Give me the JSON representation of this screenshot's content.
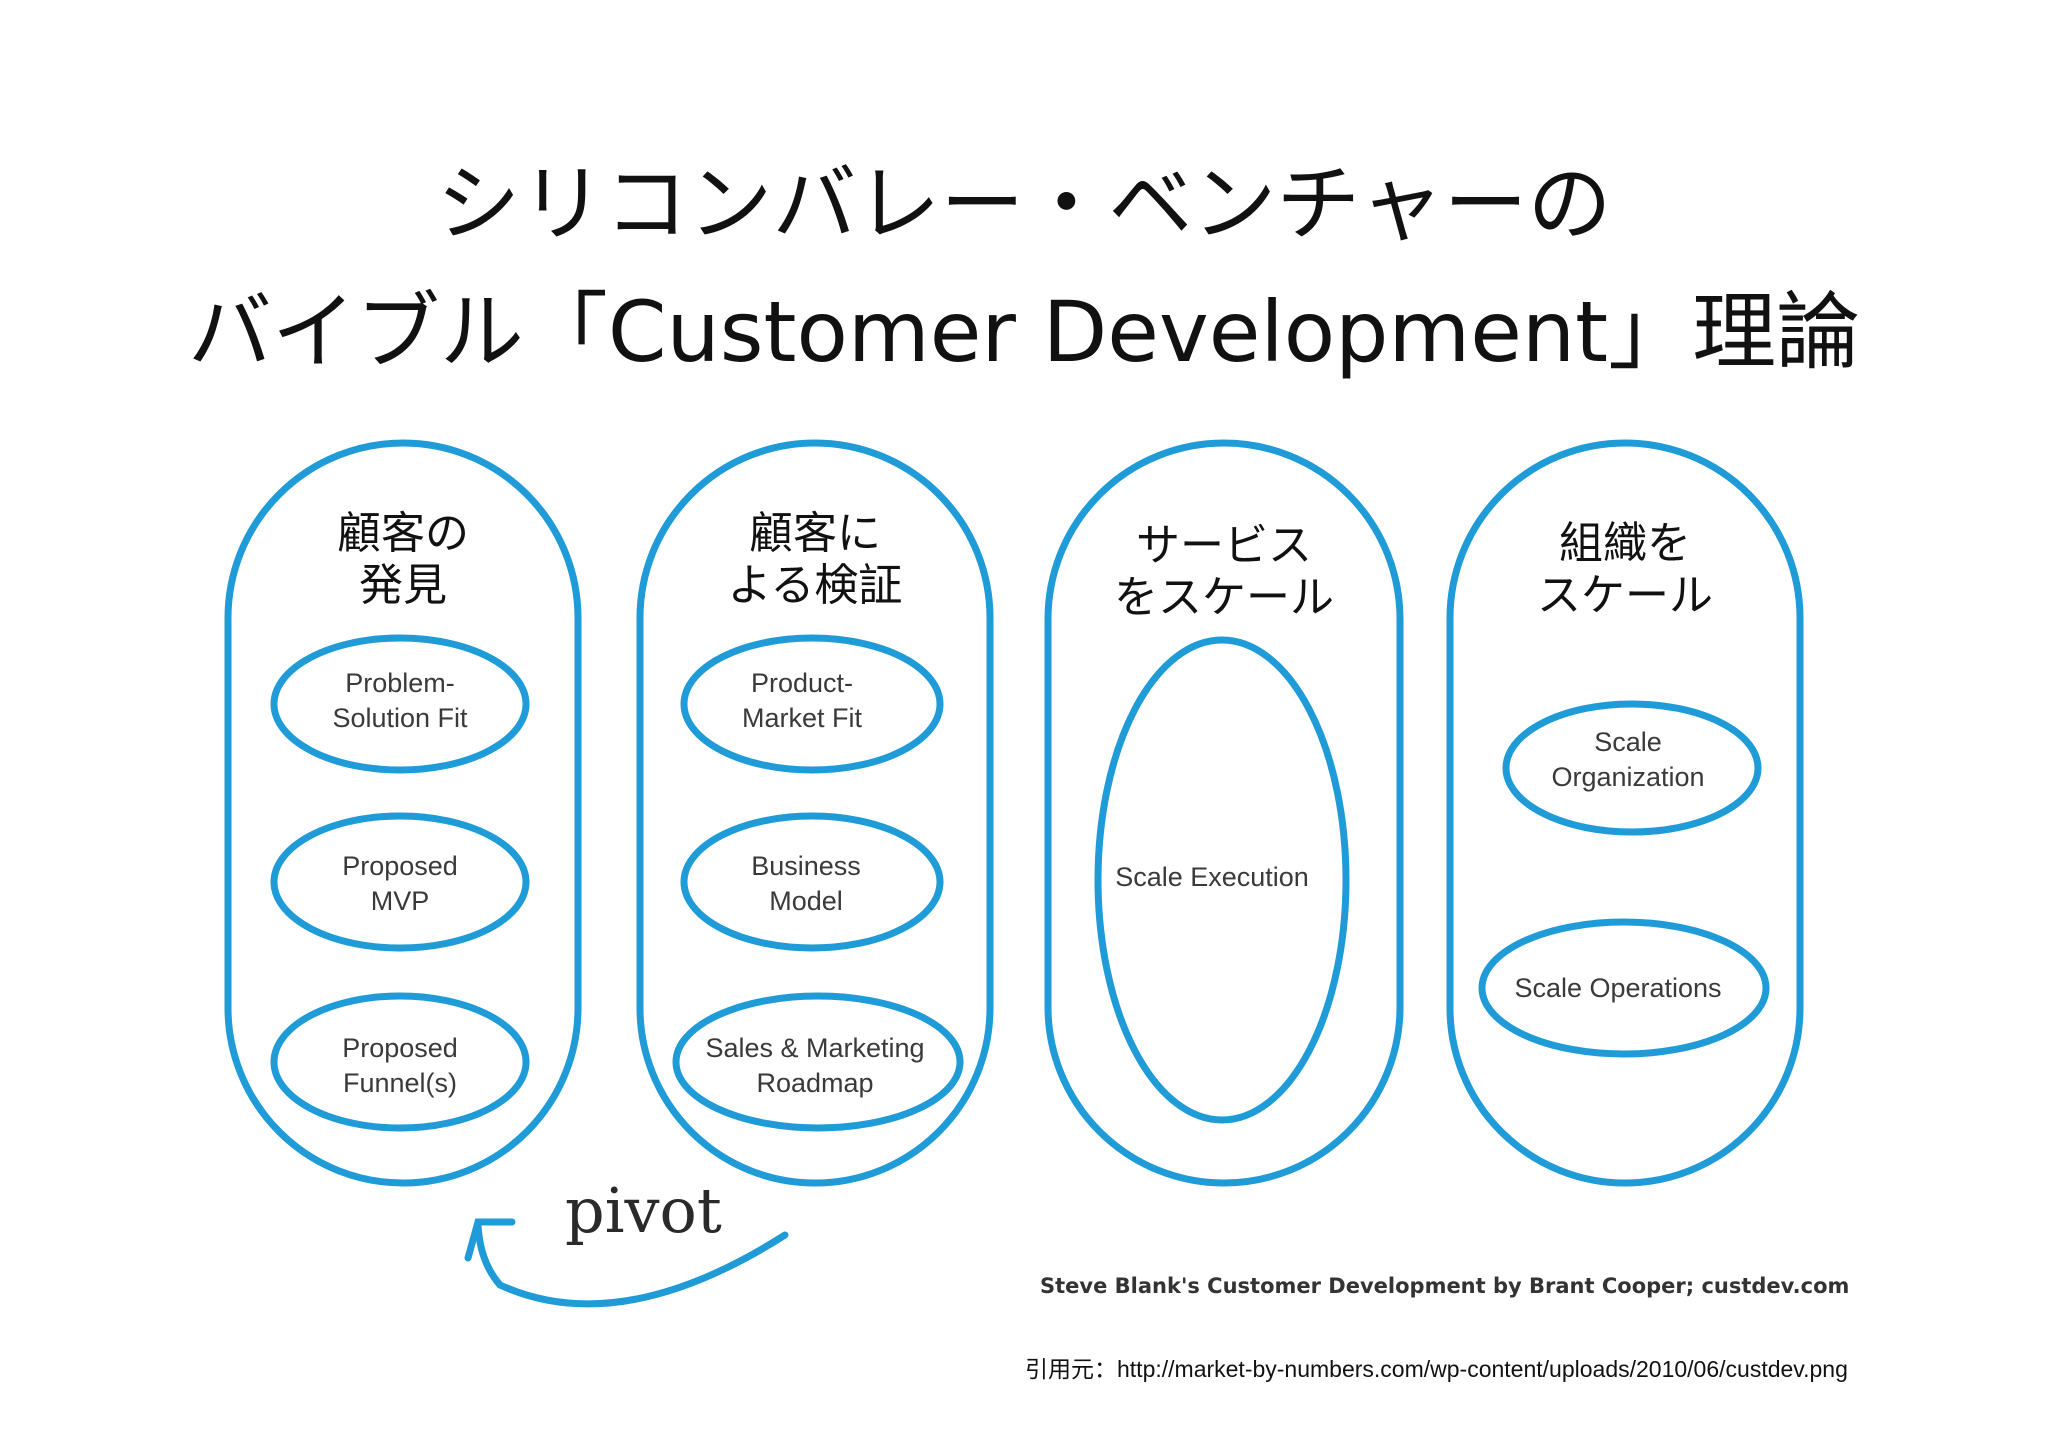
{
  "title": {
    "line1": "シリコンバレー・ベンチャーの",
    "line2": "バイブル「Customer Development」理論"
  },
  "colors": {
    "stroke": "#1f9bd8",
    "text": "#111111",
    "label": "#3a3a3a"
  },
  "phases": [
    {
      "title_lines": [
        "顧客の",
        "発見"
      ],
      "steps": [
        [
          "Problem-",
          "Solution Fit"
        ],
        [
          "Proposed",
          "MVP"
        ],
        [
          "Proposed",
          "Funnel(s)"
        ]
      ]
    },
    {
      "title_lines": [
        "顧客に",
        "よる検証"
      ],
      "steps": [
        [
          "Product-",
          "Market Fit"
        ],
        [
          "Business",
          "Model"
        ],
        [
          "Sales & Marketing",
          "Roadmap"
        ]
      ]
    },
    {
      "title_lines": [
        "サービス",
        "をスケール"
      ],
      "steps": [
        [
          "Scale Execution"
        ]
      ]
    },
    {
      "title_lines": [
        "組織を",
        "スケール"
      ],
      "steps": [
        [
          "Scale",
          "Organization"
        ],
        [
          "Scale Operations"
        ]
      ]
    }
  ],
  "pivot_label": "pivot",
  "credit": "Steve Blank's Customer Development by Brant Cooper; custdev.com",
  "source": "引用元：http://market-by-numbers.com/wp-content/uploads/2010/06/custdev.png"
}
